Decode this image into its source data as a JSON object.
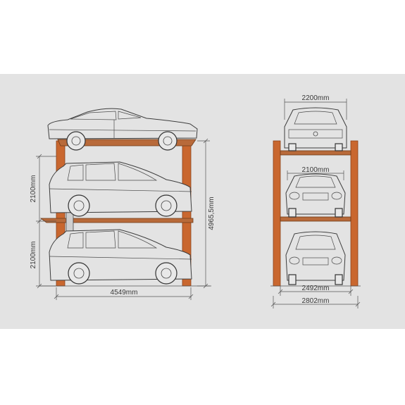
{
  "colors": {
    "background": "#e3e3e3",
    "frame": "#c9672f",
    "dimension_text": "#3a3a3a"
  },
  "dimensions": {
    "side_level_height_upper": "2100mm",
    "side_level_height_lower": "2100mm",
    "side_total_height": "4965,5mm",
    "side_total_length": "4549mm",
    "front_top_car_width": "2200mm",
    "front_middle_car_width": "2100mm",
    "front_inner_width": "2492mm",
    "front_outer_width": "2802mm"
  }
}
